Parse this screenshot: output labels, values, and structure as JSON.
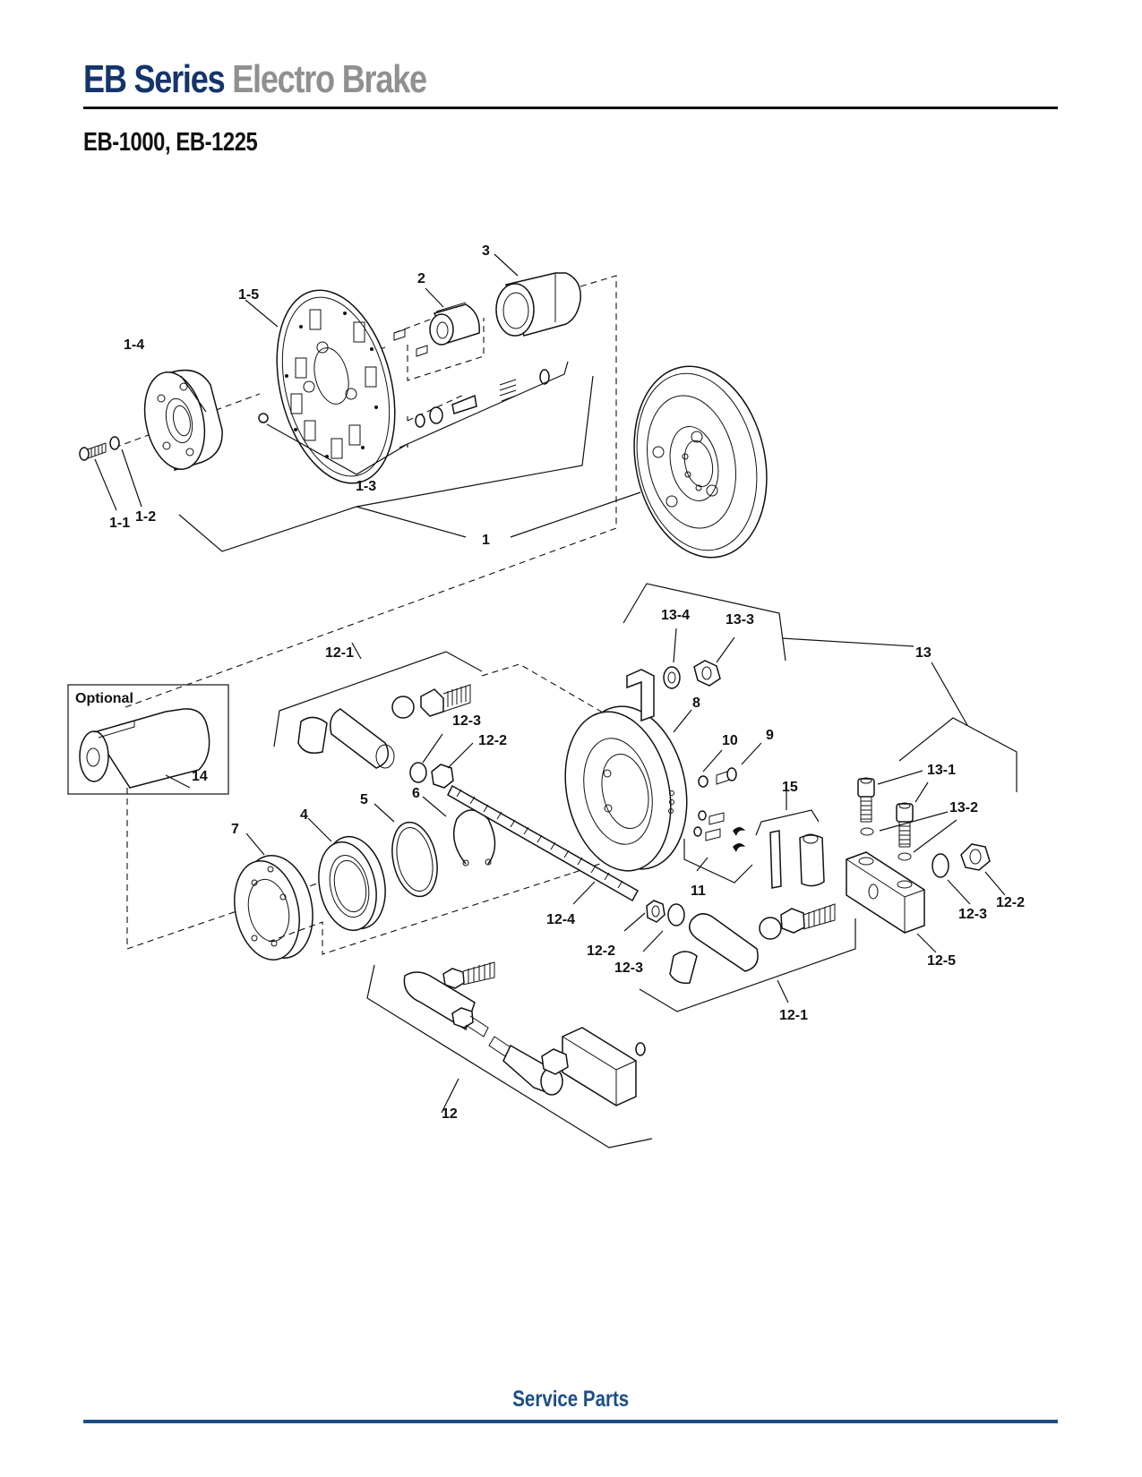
{
  "header": {
    "title_primary": "EB Series",
    "title_secondary": "Electro Brake",
    "subtitle": "EB-1000, EB-1225"
  },
  "diagram": {
    "optional_label": "Optional",
    "callouts": {
      "p1": "1",
      "p1_1": "1-1",
      "p1_2": "1-2",
      "p1_3": "1-3",
      "p1_4": "1-4",
      "p1_5": "1-5",
      "p2": "2",
      "p3": "3",
      "p4": "4",
      "p5": "5",
      "p6": "6",
      "p7": "7",
      "p8": "8",
      "p9": "9",
      "p10": "10",
      "p11": "11",
      "p12": "12",
      "p12_1a": "12-1",
      "p12_1b": "12-1",
      "p12_2a": "12-2",
      "p12_2b": "12-2",
      "p12_2c": "12-2",
      "p12_3a": "12-3",
      "p12_3b": "12-3",
      "p12_3c": "12-3",
      "p12_4": "12-4",
      "p12_5": "12-5",
      "p13": "13",
      "p13_1": "13-1",
      "p13_2": "13-2",
      "p13_3": "13-3",
      "p13_4": "13-4",
      "p14": "14",
      "p15": "15"
    },
    "colors": {
      "line": "#111111"
    }
  },
  "footer": {
    "section_title": "Service Parts",
    "accent_color": "#1b4f85"
  }
}
